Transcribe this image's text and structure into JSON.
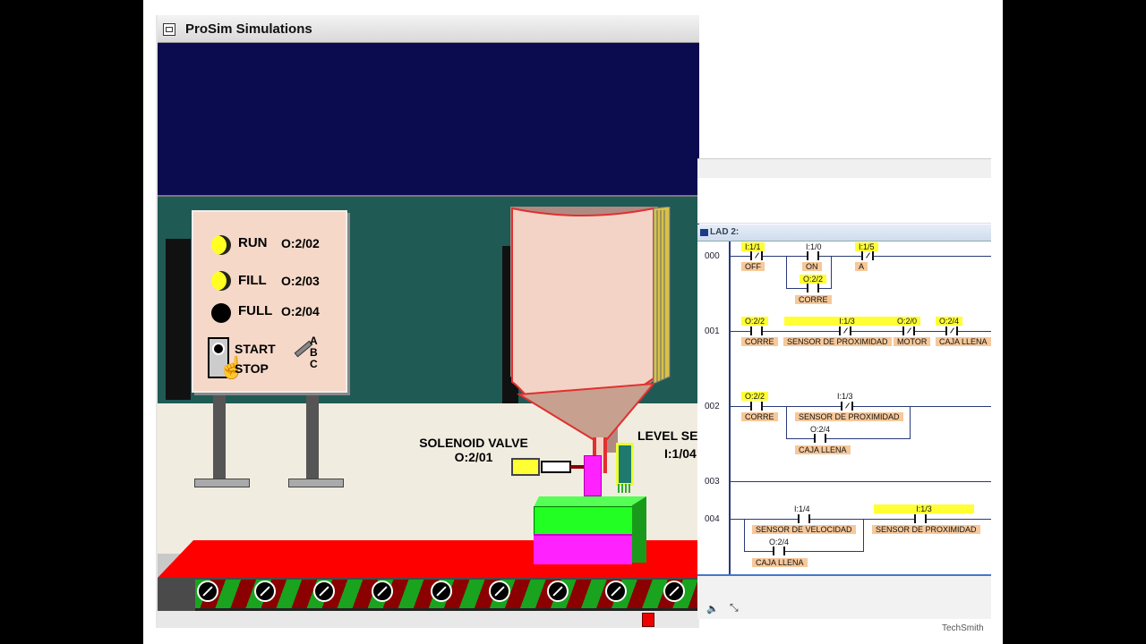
{
  "window": {
    "title": "ProSim Simulations"
  },
  "panel": {
    "rows": [
      {
        "label": "RUN",
        "address": "O:2/02",
        "lamp": "on"
      },
      {
        "label": "FILL",
        "address": "O:2/03",
        "lamp": "on"
      },
      {
        "label": "FULL",
        "address": "O:2/04",
        "lamp": "off"
      }
    ],
    "start_label": "START",
    "stop_label": "STOP",
    "abc": [
      "A",
      "B",
      "C"
    ]
  },
  "valve": {
    "label": "SOLENOID VALVE",
    "address": "O:2/01"
  },
  "level": {
    "label": "LEVEL SE",
    "address": "I:1/04"
  },
  "ladder": {
    "title": "LAD 2:",
    "rungs": [
      {
        "no": "000",
        "a": [
          "I:1/1",
          "I:1/0",
          "I:1/5",
          "O:2/2"
        ],
        "d": [
          "OFF",
          "ON",
          "A",
          "CORRE"
        ]
      },
      {
        "no": "001",
        "a": [
          "O:2/2",
          "I:1/3",
          "O:2/0",
          "O:2/4"
        ],
        "d": [
          "CORRE",
          "SENSOR DE PROXIMIDAD",
          "MOTOR",
          "CAJA LLENA"
        ]
      },
      {
        "no": "002",
        "a": [
          "O:2/2",
          "I:1/3",
          "O:2/4"
        ],
        "d": [
          "CORRE",
          "SENSOR DE PROXIMIDAD",
          "CAJA LLENA"
        ]
      },
      {
        "no": "003"
      },
      {
        "no": "004",
        "a": [
          "I:1/4",
          "I:1/3",
          "O:2/4"
        ],
        "d": [
          "SENSOR DE VELOCIDAD",
          "SENSOR DE PROXIMIDAD",
          "CAJA LLENA"
        ]
      }
    ]
  },
  "watermark": "TechSmith",
  "colors": {
    "sky": "#0b0c4f",
    "wall": "#1f5a55",
    "conveyor": "#ff0000",
    "highlight": "#ffff33",
    "desc_bg": "#f6c89a"
  }
}
